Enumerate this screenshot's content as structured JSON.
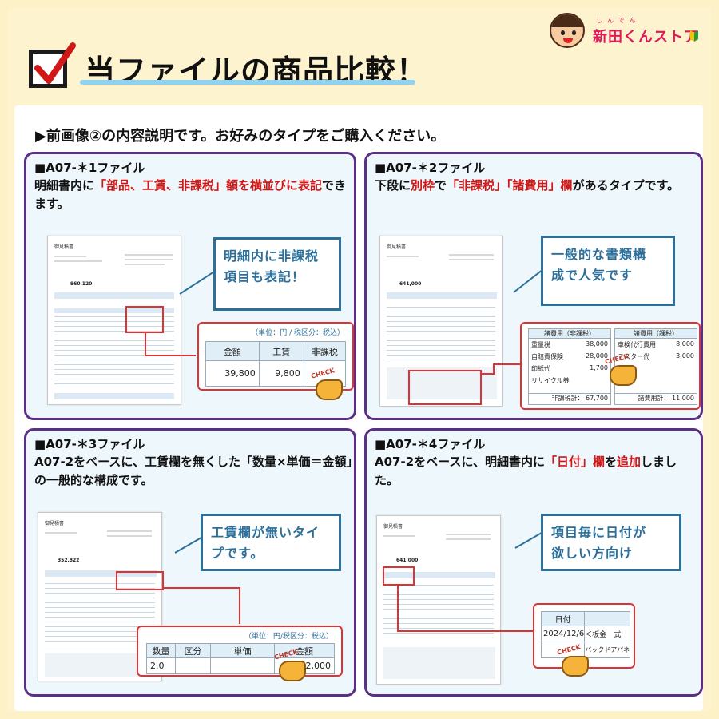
{
  "header": {
    "title": "当ファイルの商品比較！",
    "logo_text": "新田くんストア",
    "logo_ruby": "しんでん"
  },
  "subtitle": "▶前画像②の内容説明です。お好みのタイプをご購入ください。",
  "cards": [
    {
      "title": "■A07-＊1ファイル",
      "desc_parts": [
        "明細書内に",
        "「部品、工賃、非課税」額を横並びに表記",
        "できます。"
      ],
      "callout": [
        "明細内に非課税",
        "項目も表記！"
      ],
      "zoom": {
        "unit": "（単位：円 / 税区分：税込）",
        "headers": [
          "金額",
          "工賃",
          "非課税"
        ],
        "row": [
          "39,800",
          "9,800",
          ""
        ]
      }
    },
    {
      "title": "■A07-＊2ファイル",
      "desc_parts": [
        "下段に",
        "別枠",
        "で",
        "「非課税」「諸費用」欄",
        "があるタイプです。"
      ],
      "callout": [
        "一般的な書類構",
        "成で人気です"
      ],
      "zoom": {
        "left_header": "諸費用（非課税）",
        "right_header": "諸費用（課税）",
        "left_rows": [
          [
            "重量税",
            "38,000"
          ],
          [
            "自賠責保険",
            "28,000"
          ],
          [
            "印紙代",
            "1,700"
          ],
          [
            "リサイクル券",
            ""
          ]
        ],
        "right_rows": [
          [
            "車検代行費用",
            "8,000"
          ],
          [
            "テスター代",
            "3,000"
          ]
        ],
        "left_total_label": "非課税計：",
        "left_total": "67,700",
        "right_total_label": "諸費用計：",
        "right_total": "11,000"
      }
    },
    {
      "title": "■A07-＊3ファイル",
      "desc_parts": [
        "A07-2をベースに、工賃欄を無くした「数量×単価＝金額」の一般的な構成です。"
      ],
      "callout": [
        "工賃欄が無いタイ",
        "プです。"
      ],
      "zoom": {
        "unit": "（単位：円/税区分：税込）",
        "headers": [
          "数量",
          "区分",
          "単価",
          "金額"
        ],
        "row": [
          "2.0",
          "",
          "",
          "12,000"
        ]
      }
    },
    {
      "title": "■A07-＊4ファイル",
      "desc_parts": [
        "A07-2をベースに、明細書内に",
        "「日付」欄",
        "を",
        "追加",
        "しました。"
      ],
      "callout": [
        "項目毎に日付が",
        "欲しい方向け"
      ],
      "zoom": {
        "headers": [
          "日付",
          ""
        ],
        "rows": [
          [
            "2024/12/6",
            "＜板金一式"
          ],
          [
            "",
            "バックドアパネ"
          ]
        ]
      }
    }
  ],
  "check_label": "CHECK",
  "doc_title": "御見積書",
  "doc_amounts": [
    "960,120",
    "641,000",
    "352,822",
    "641,000"
  ]
}
